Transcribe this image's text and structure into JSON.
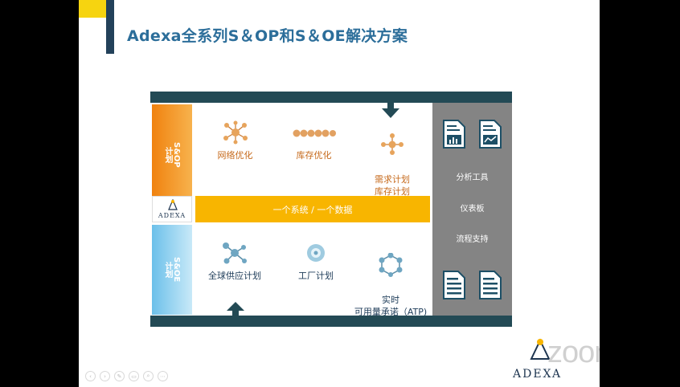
{
  "slide": {
    "title": "Adexa全系列S＆OP和S＆OE解决方案"
  },
  "diagram": {
    "sop_label": "S&OP\n计划",
    "soe_label": "S&OE\n计划",
    "center_bar": "一个系统 / 一个数据",
    "logo_text": "ADEXA",
    "sop_items": [
      {
        "icon": "network-icon",
        "label": "网络优化"
      },
      {
        "icon": "chain-icon",
        "label": "库存优化"
      },
      {
        "icon": "tree-icon",
        "label": "需求计划\n库存计划"
      }
    ],
    "soe_items": [
      {
        "icon": "molecule-icon",
        "label": "全球供应计划"
      },
      {
        "icon": "disc-icon",
        "label": "工厂计划"
      },
      {
        "icon": "ring-network-icon",
        "label": "实时\n可用量承诺（ATP)"
      }
    ],
    "right_tools": [
      "分析工具",
      "仪表板",
      "流程支持"
    ]
  },
  "brand": {
    "zoom_watermark": "zoom",
    "adexa_bottom": "ADEXA"
  },
  "colors": {
    "title": "#2c6e9a",
    "dark_band": "#234a55",
    "orange": "#f0820f",
    "blue": "#6cc0ea",
    "yellow": "#f8b500",
    "gray_panel": "#848484"
  }
}
